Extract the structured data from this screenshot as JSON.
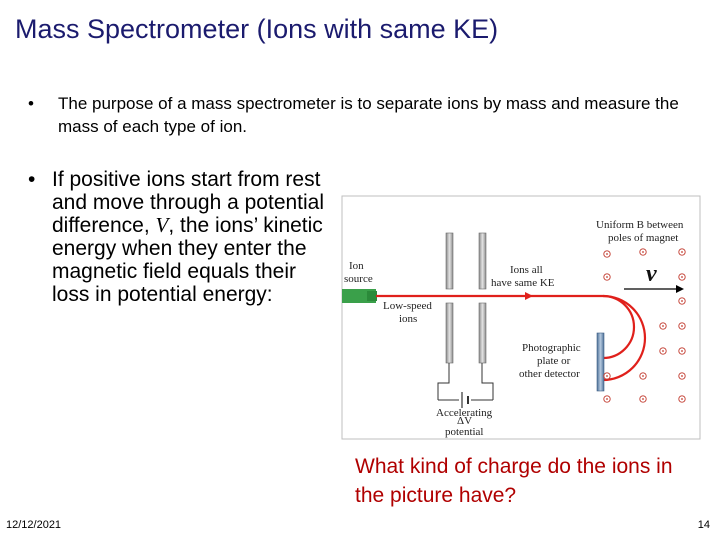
{
  "title": "Mass Spectrometer (Ions with same KE)",
  "bullets": {
    "marker": "•",
    "purpose": "The purpose of a mass spectrometer is to separate ions by mass and measure the mass of each type of ion.",
    "energy_part1": "If positive ions start from rest and move through a potential difference, ",
    "energy_var": "V",
    "energy_part2": ", the ions’ kinetic energy when they enter the magnetic field equals their loss in potential energy:"
  },
  "figure": {
    "ion_source_line1": "Ion",
    "ion_source_line2": "source",
    "low_speed_line1": "Low-speed",
    "low_speed_line2": "ions",
    "same_ke_line1": "Ions all",
    "same_ke_line2": "have same KE",
    "uniform_b_line1": "Uniform B between",
    "uniform_b_line2": "poles of magnet",
    "velocity_symbol": "v",
    "photo_line1": "Photographic",
    "photo_line2": "plate or",
    "photo_line3": "other detector",
    "delta_v": "ΔV",
    "accel_line1": "Accelerating",
    "accel_line2": "potential"
  },
  "question": "What kind of charge do the ions in the picture have?",
  "footer": {
    "date": "12/12/2021",
    "page": "14"
  },
  "colors": {
    "title": "#1b1b6e",
    "question": "#b00000",
    "beam": "#e0201b",
    "ion_source": "#3aa04a",
    "detector": "#6f8fb5"
  }
}
